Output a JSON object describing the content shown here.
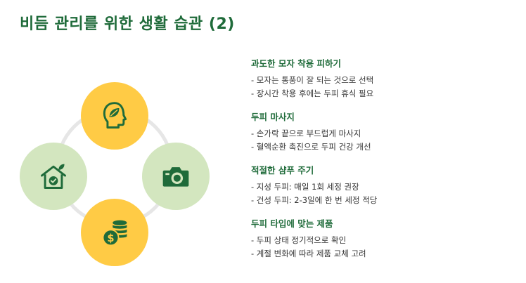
{
  "title": "비듬 관리를 위한 생활 습관 (2)",
  "colors": {
    "title_green": "#1f6b3a",
    "icon_green": "#1f6b3a",
    "circle_yellow": "#ffcb45",
    "circle_light_green": "#d3e6bf",
    "ring_gray": "#e6e6e6"
  },
  "diagram": {
    "nodes": [
      {
        "icon": "bald-head-leaf-icon",
        "color": "yellow",
        "position": "top"
      },
      {
        "icon": "camera-icon",
        "color": "light-green",
        "position": "right"
      },
      {
        "icon": "money-coins-icon",
        "color": "yellow",
        "position": "bottom"
      },
      {
        "icon": "eco-house-check-icon",
        "color": "light-green",
        "position": "left"
      }
    ]
  },
  "sections": [
    {
      "heading": "과도한 모자 착용 피하기",
      "items": [
        "- 모자는 통풍이 잘 되는 것으로 선택",
        "- 장시간 착용 후에는 두피 휴식 필요"
      ]
    },
    {
      "heading": "두피 마사지",
      "items": [
        "- 손가락 끝으로 부드럽게 마사지",
        "- 혈액순환 촉진으로 두피 건강 개선"
      ]
    },
    {
      "heading": "적절한 샴푸 주기",
      "items": [
        "- 지성 두피: 매일 1회 세정 권장",
        "- 건성 두피: 2-3일에 한 번 세정 적당"
      ]
    },
    {
      "heading": "두피 타입에 맞는 제품",
      "items": [
        "- 두피 상태 정기적으로 확인",
        "- 계절 변화에 따라 제품 교체 고려"
      ]
    }
  ]
}
